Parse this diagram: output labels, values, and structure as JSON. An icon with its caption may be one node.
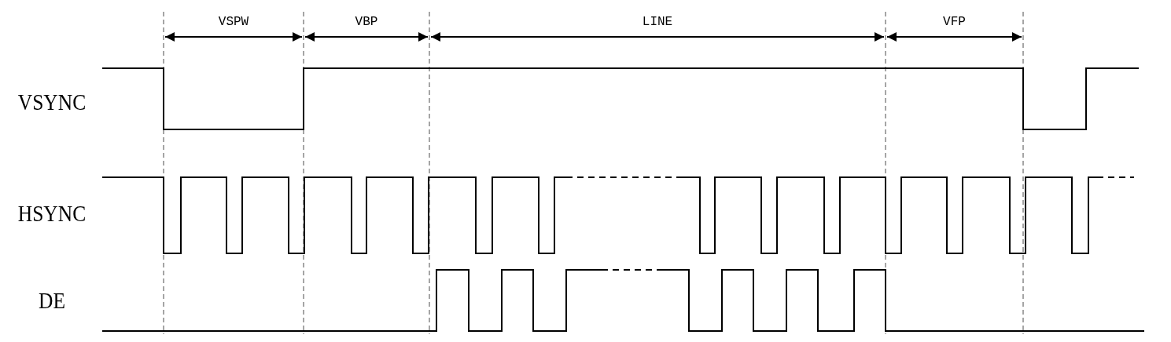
{
  "diagram": {
    "labels": [
      "VSPW",
      "VBP",
      "LINE",
      "VFP",
      "VSYNC",
      "HSYNC",
      "DE"
    ]
  }
}
